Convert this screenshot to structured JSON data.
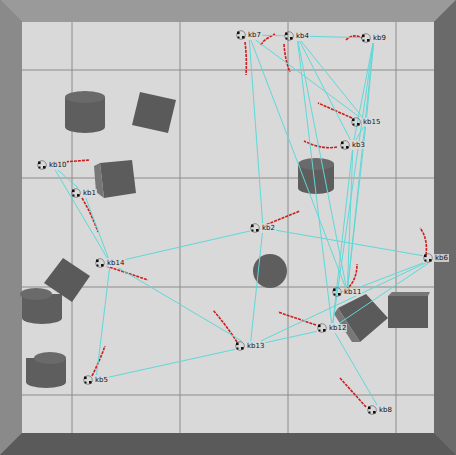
{
  "diagram": {
    "nodes": [
      {
        "text": [
          "kb7"
        ]
      },
      {
        "text": [
          "kb4"
        ]
      },
      {
        "text": [
          "kb9"
        ]
      },
      {
        "text": [
          "kb15"
        ]
      },
      {
        "text": [
          "kb3"
        ]
      },
      {
        "text": [
          "kb10"
        ]
      },
      {
        "text": [
          "kb1"
        ]
      },
      {
        "text": [
          "kb2"
        ]
      },
      {
        "text": [
          "kb6"
        ]
      },
      {
        "text": [
          "kb14"
        ]
      },
      {
        "text": [
          "kb11"
        ]
      },
      {
        "text": [
          "kb12"
        ]
      },
      {
        "text": [
          "kb13"
        ]
      },
      {
        "text": [
          "kb5"
        ]
      },
      {
        "text": [
          "kb8"
        ]
      }
    ],
    "edges": [
      {
        "from": 0,
        "to": 1,
        "arrow": "none"
      },
      {
        "from": 1,
        "to": 2,
        "arrow": "none"
      },
      {
        "from": 0,
        "to": 3,
        "arrow": "none"
      },
      {
        "from": 1,
        "to": 3,
        "arrow": "none"
      },
      {
        "from": 2,
        "to": 3,
        "arrow": "none"
      },
      {
        "from": 0,
        "to": 7,
        "arrow": "none"
      },
      {
        "from": 1,
        "to": 4,
        "arrow": "none"
      },
      {
        "from": 2,
        "to": 4,
        "arrow": "none"
      },
      {
        "from": 3,
        "to": 4,
        "arrow": "none"
      },
      {
        "from": 1,
        "to": 10,
        "arrow": "none"
      },
      {
        "from": 1,
        "to": 11,
        "arrow": "none"
      },
      {
        "from": 2,
        "to": 10,
        "arrow": "none"
      },
      {
        "from": 2,
        "to": 11,
        "arrow": "none"
      },
      {
        "from": 4,
        "to": 10,
        "arrow": "none"
      },
      {
        "from": 4,
        "to": 11,
        "arrow": "none"
      },
      {
        "from": 3,
        "to": 10,
        "arrow": "none"
      },
      {
        "from": 5,
        "to": 6,
        "arrow": "none"
      },
      {
        "from": 5,
        "to": 9,
        "arrow": "none"
      },
      {
        "from": 6,
        "to": 9,
        "arrow": "none"
      },
      {
        "from": 9,
        "to": 7,
        "arrow": "none"
      },
      {
        "from": 7,
        "to": 8,
        "arrow": "none"
      },
      {
        "from": 7,
        "to": 12,
        "arrow": "none"
      },
      {
        "from": 9,
        "to": 12,
        "arrow": "none"
      },
      {
        "from": 9,
        "to": 13,
        "arrow": "none"
      },
      {
        "from": 13,
        "to": 12,
        "arrow": "none"
      },
      {
        "from": 12,
        "to": 11,
        "arrow": "none"
      },
      {
        "from": 12,
        "to": 8,
        "arrow": "none"
      },
      {
        "from": 11,
        "to": 14,
        "arrow": "none"
      },
      {
        "from": 10,
        "to": 8,
        "arrow": "none"
      },
      {
        "from": 11,
        "to": 8,
        "arrow": "none"
      },
      {
        "from": 0,
        "to": 10,
        "arrow": "none"
      }
    ]
  }
}
